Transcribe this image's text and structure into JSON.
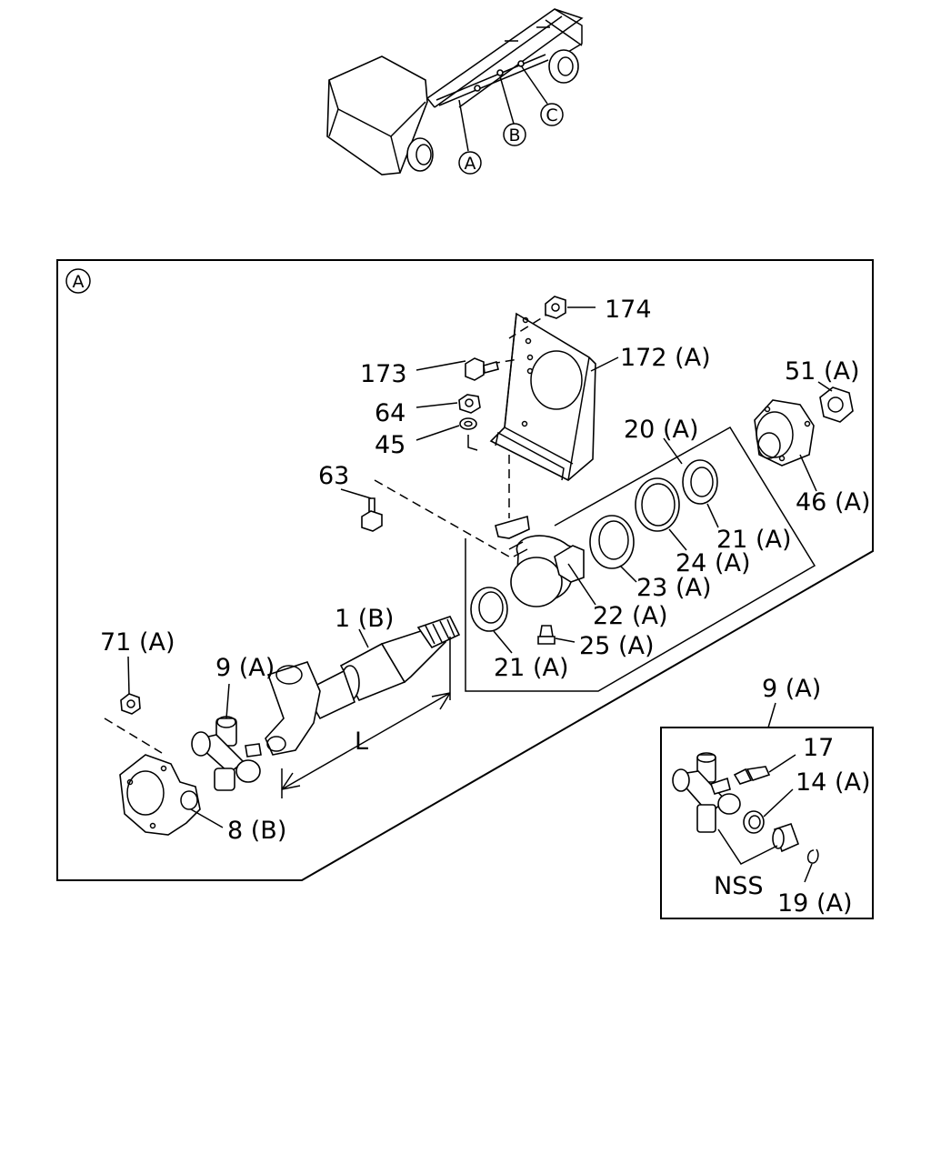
{
  "vehicle_locator": {
    "A": "A",
    "B": "B",
    "C": "C"
  },
  "main_panel": {
    "section_marker": "A",
    "labels": {
      "p174": "174",
      "p173": "173",
      "p172": "172 (A)",
      "p64": "64",
      "p45": "45",
      "p63": "63",
      "p20": "20 (A)",
      "p51": "51 (A)",
      "p46": "46 (A)",
      "p21_upper": "21 (A)",
      "p24": "24 (A)",
      "p23": "23 (A)",
      "p22": "22 (A)",
      "p25": "25 (A)",
      "p21_lower": "21 (A)",
      "p1": "1 (B)",
      "p71": "71 (A)",
      "p9": "9 (A)",
      "p8": "8 (B)",
      "length": "L"
    }
  },
  "detail_panel": {
    "title": "9 (A)",
    "labels": {
      "p17": "17",
      "p14": "14 (A)",
      "nss": "NSS",
      "p19": "19 (A)"
    }
  }
}
